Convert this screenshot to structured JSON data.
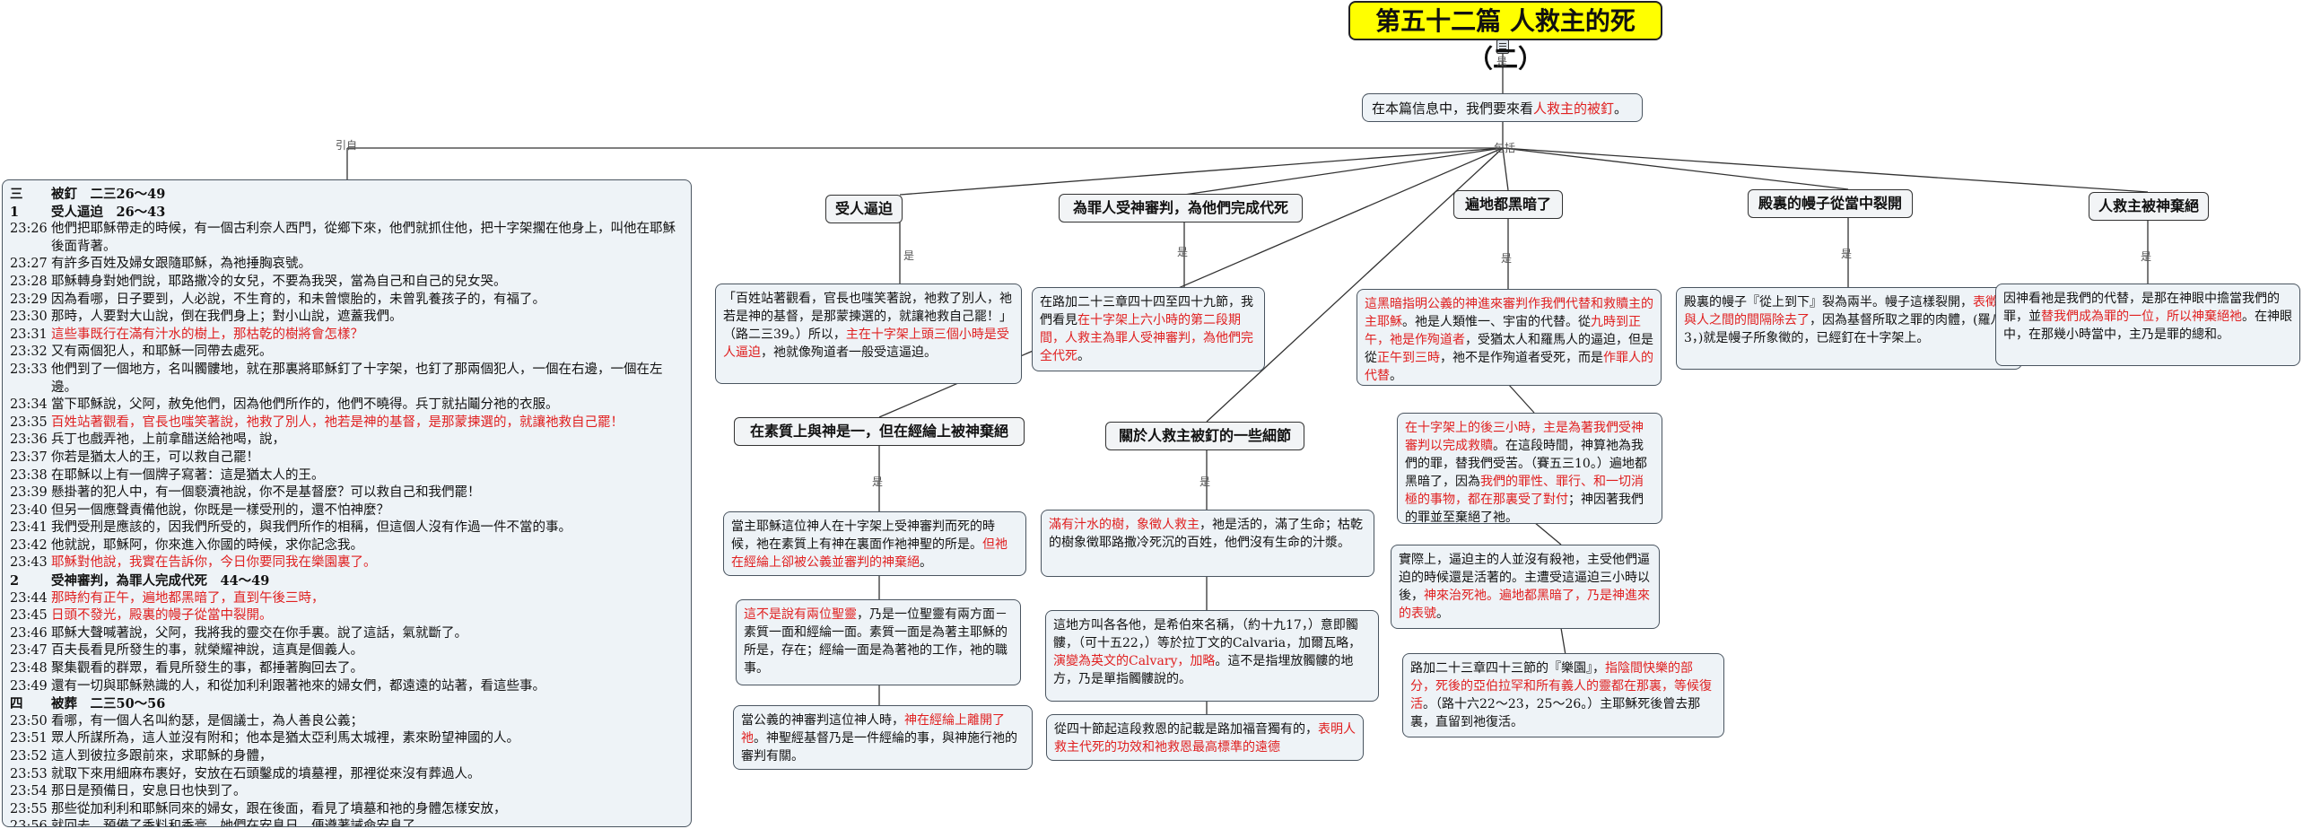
{
  "title": "第五十二篇 人救主的死（二）",
  "root": {
    "pre": "在本篇信息中，我們要來看",
    "red": "人救主的被釘",
    "post": "。"
  },
  "labels": {
    "is": "是",
    "quote": "引自",
    "include": "包括"
  },
  "topics": {
    "t1": "受人逼迫",
    "t2": "為罪人受神審判，為他們完成代死",
    "t3": "遍地都黑暗了",
    "t4": "殿裏的幔子從當中裂開",
    "t5": "人救主被神棄絕",
    "t6": "在素質上與神是一，但在經綸上被神棄絕",
    "t7": "關於人救主被釘的一些細節"
  },
  "notes": {
    "n1": {
      "a": "「百姓站著觀看，官長也嗤笑著說，祂救了別人，祂若是神的基督，是那蒙揀選的，就讓祂救自己罷！」（路二三39。）所以，",
      "red": "主在十字架上頭三個小時是受人逼迫",
      "b": "，祂就像殉道者一般受這逼迫。"
    },
    "n2": {
      "a": "在路加二十三章四十四至四十九節，我們看見",
      "red": "在十字架上六小時的第二段期間，人救主為罪人受神審判，為他們完全代死",
      "b": "。"
    },
    "n3": {
      "red1": "這黑暗指明公義的神進來審判作我們代替和救贖主的主耶穌",
      "a": "。祂是人類惟一、宇宙的代替。從",
      "red2": "九時到正午，祂是作殉道者",
      "b": "，受猶太人和羅馬人的逼迫，但是從",
      "red3": "正午到三時",
      "c": "，祂不是作殉道者受死，而是",
      "red4": "作罪人的代替",
      "d": "。"
    },
    "n4": {
      "red": "在十字架上的後三小時，主是為著我們受神審判以完成救贖",
      "a": "。在這段時間，神算祂為我們的罪，替我們受苦。（賽五三10。）遍地都黑暗了，因為",
      "red2": "我們的罪性、罪行、和一切消極的事物，都在那裏受了對付",
      "b": "；神因著我們的罪並至棄絕了祂。"
    },
    "n5": {
      "a": "實際上，逼迫主的人並沒有殺祂，主受他們逼迫的時候還是活著的。主遭受這逼迫三小時以後，",
      "red": "神來治死祂。遍地都黑暗了，乃是神進來的表號",
      "b": "。"
    },
    "n6": {
      "a": "路加二十三章四十三節的『樂園』，",
      "red": "指陰間快樂的部分，死後的亞伯拉罕和所有義人的靈都在那裏，等候復活",
      "b": "。（路十六22～23，25～26。）主耶穌死後曾去那裏，直留到祂復活。"
    },
    "n7": {
      "a": "殿裏的幔子『從上到下』裂為兩半。幔子這樣裂開，",
      "red": "表徵神與人之間的間隔除去了",
      "b": "，因為基督所取之罪的肉體，(羅八3，)就是幔子所象徵的，已經釘在十字架上。"
    },
    "n8": {
      "a": "因神看祂是我們的代替，是那在神眼中擔當我們的罪，並",
      "red": "替我們成為罪的一位，所以神棄絕祂",
      "b": "。在神眼中，在那幾小時當中，主乃是罪的總和。"
    },
    "n9": {
      "a": "當主耶穌這位神人在十字架上受神審判而死的時候，祂在素質上有神在裏面作祂神聖的所是。",
      "red": "但祂在經綸上卻被公義並審判的神棄絕",
      "b": "。"
    },
    "n10": {
      "red": "這不是說有兩位聖靈",
      "a": "，乃是一位聖靈有兩方面－素質一面和經綸一面。素質一面是為著主耶穌的所是，存在；經綸一面是為著祂的工作，祂的職事。"
    },
    "n11": {
      "a": "當公義的神審判這位神人時，",
      "red": "神在經綸上離開了祂",
      "b": "。神聖經基督乃是一件經綸的事，與神施行祂的審判有關。"
    },
    "n12": {
      "red": "滿有汁水的樹，象徵人救主",
      "a": "，祂是活的，滿了生命；枯乾的樹象徵耶路撒冷死沉的百姓，他們沒有生命的汁漿。"
    },
    "n13": {
      "a": "這地方叫各各他，是希伯來名稱，（約十九17，）意即髑髏，（可十五22，）等於拉丁文的Calvaria，加爾瓦略，",
      "red": "演變為英文的Calvary，加略",
      "b": "。這不是指埋放髑髏的地方，乃是單指髑髏說的。"
    },
    "n14": {
      "a": "從四十節起這段救恩的記載是路加福音獨有的，",
      "red": "表明人救主代死的功效和祂救恩最高標準的遠德",
      "b": ""
    }
  },
  "passage": [
    {
      "ref": "三",
      "text": "被釘　二三26～49",
      "style": "hd"
    },
    {
      "ref": "1",
      "text": "受人逼迫　26～43",
      "style": "hd"
    },
    {
      "ref": "23:26",
      "text": "他們把耶穌帶走的時候，有一個古利奈人西門，從鄉下來，他們就抓住他，把十字架擱在他身上，叫他在耶穌後面背著。",
      "style": "wrap"
    },
    {
      "ref": "23:27",
      "text": "有許多百姓及婦女跟隨耶穌，為祂捶胸哀號。"
    },
    {
      "ref": "23:28",
      "text": "耶穌轉身對她們說，耶路撒冷的女兒，不要為我哭，當為自己和自己的兒女哭。"
    },
    {
      "ref": "23:29",
      "text": "因為看哪，日子要到，人必說，不生育的，和未曾懷胎的，未曾乳養孩子的，有福了。"
    },
    {
      "ref": "23:30",
      "text": "那時，人要對大山說，倒在我們身上；對小山說，遮蓋我們。"
    },
    {
      "ref": "23:31",
      "text": "這些事既行在滿有汁水的樹上，那枯乾的樹將會怎樣？",
      "style": "red"
    },
    {
      "ref": "23:32",
      "text": "又有兩個犯人，和耶穌一同帶去處死。"
    },
    {
      "ref": "23:33",
      "text": "他們到了一個地方，名叫髑髏地，就在那裏將耶穌釘了十字架，也釘了那兩個犯人，一個在右邊，一個在左邊。",
      "style": "wrap"
    },
    {
      "ref": "23:34",
      "text": "當下耶穌說，父阿，赦免他們，因為他們所作的，他們不曉得。兵丁就拈鬮分祂的衣服。"
    },
    {
      "ref": "23:35",
      "text": "百姓站著觀看，官長也嗤笑著說，祂救了別人，祂若是神的基督，是那蒙揀選的，就讓祂救自己罷！",
      "style": "red"
    },
    {
      "ref": "23:36",
      "text": "兵丁也戲弄祂，上前拿醋送給祂喝，說，"
    },
    {
      "ref": "23:37",
      "text": "你若是猶太人的王，可以救自己罷！"
    },
    {
      "ref": "23:38",
      "text": "在耶穌以上有一個牌子寫著：這是猶太人的王。"
    },
    {
      "ref": "23:39",
      "text": "懸掛著的犯人中，有一個褻瀆祂說，你不是基督麼？可以救自己和我們罷！"
    },
    {
      "ref": "23:40",
      "text": "但另一個應聲責備他說，你既是一樣受刑的，還不怕神麼？"
    },
    {
      "ref": "23:41",
      "text": "我們受刑是應該的，因我們所受的，與我們所作的相稱，但這個人沒有作過一件不當的事。"
    },
    {
      "ref": "23:42",
      "text": "他就說，耶穌阿，你來進入你國的時候，求你記念我。"
    },
    {
      "ref": "23:43",
      "text": "耶穌對他說，我實在告訴你，今日你要同我在樂園裏了。",
      "style": "red"
    },
    {
      "ref": "2",
      "text": "受神審判，為罪人完成代死　44～49",
      "style": "hd"
    },
    {
      "ref": "23:44",
      "text": "那時約有正午，遍地都黑暗了，直到午後三時，",
      "style": "red"
    },
    {
      "ref": "23:45",
      "text": "日頭不發光，殿裏的幔子從當中裂開。",
      "style": "red"
    },
    {
      "ref": "23:46",
      "text": "耶穌大聲喊著說，父阿，我將我的靈交在你手裏。說了這話，氣就斷了。"
    },
    {
      "ref": "23:47",
      "text": "百夫長看見所發生的事，就榮耀神說，這真是個義人。"
    },
    {
      "ref": "23:48",
      "text": "聚集觀看的群眾，看見所發生的事，都捶著胸回去了。"
    },
    {
      "ref": "23:49",
      "text": "還有一切與耶穌熟識的人，和從加利利跟著祂來的婦女們，都遠遠的站著，看這些事。"
    },
    {
      "ref": "四",
      "text": "被葬　二三50～56",
      "style": "hd"
    },
    {
      "ref": "23:50",
      "text": "看哪，有一個人名叫約瑟，是個議士，為人善良公義；"
    },
    {
      "ref": "23:51",
      "text": "眾人所謀所為，這人並沒有附和；他本是猶太亞利馬太城裡，素來盼望神國的人。"
    },
    {
      "ref": "23:52",
      "text": "這人到彼拉多跟前來，求耶穌的身體，"
    },
    {
      "ref": "23:53",
      "text": "就取下來用細麻布裹好，安放在石頭鑿成的墳墓裡，那裡從來沒有葬過人。"
    },
    {
      "ref": "23:54",
      "text": "那日是預備日，安息日也快到了。"
    },
    {
      "ref": "23:55",
      "text": "那些從加利利和耶穌同來的婦女，跟在後面，看見了墳墓和祂的身體怎樣安放，"
    },
    {
      "ref": "23:56",
      "text": "就回去，預備了香料和香膏。她們在安息日，便遵著誡命安息了。"
    }
  ]
}
